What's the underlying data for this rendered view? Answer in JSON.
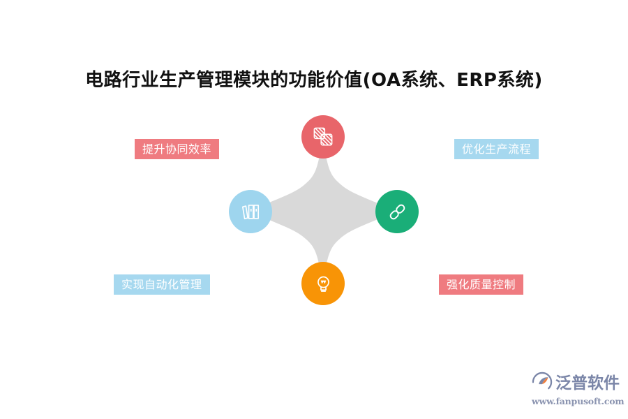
{
  "page": {
    "title": "电路行业生产管理模块的功能价值(OA系统、ERP系统)",
    "background_color": "#ffffff"
  },
  "diagram": {
    "type": "four-point-star-hub",
    "center_shape": {
      "name": "four-pointed-star",
      "color": "#d9d9d9"
    },
    "nodes": [
      {
        "position": "top",
        "icon": "layers-icon",
        "color": "#e8656a",
        "label": "提升协同效率",
        "label_position": "top-left",
        "label_color": "#ef7b80"
      },
      {
        "position": "left",
        "icon": "books-icon",
        "color": "#9ed5ee",
        "label": "实现自动化管理",
        "label_position": "bottom-left",
        "label_color": "#a6d8ef"
      },
      {
        "position": "right",
        "icon": "link-icon",
        "color": "#1aae78",
        "label": "优化生产流程",
        "label_position": "top-right",
        "label_color": "#a6d8ef"
      },
      {
        "position": "bottom",
        "icon": "lightbulb-icon",
        "color": "#f89406",
        "label": "强化质量控制",
        "label_position": "bottom-right",
        "label_color": "#ef7b80"
      }
    ]
  },
  "labels": {
    "top_left": "提升协同效率",
    "top_right": "优化生产流程",
    "bottom_left": "实现自动化管理",
    "bottom_right": "强化质量控制"
  },
  "watermark": {
    "brand": "泛普软件",
    "url": "www.fanpusoft.com",
    "mark_icon": "fanpu-logo-icon",
    "brand_color": "#7b86a8",
    "accent_color": "#ef7e3c"
  }
}
